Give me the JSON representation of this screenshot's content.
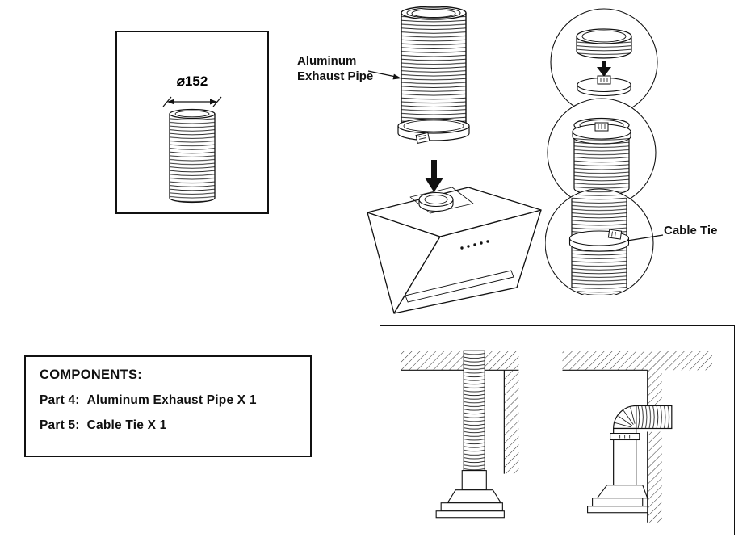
{
  "colors": {
    "ink": "#1a1a1a",
    "paper": "#ffffff"
  },
  "dimension_box": {
    "diameter_label": "⌀152"
  },
  "assembly": {
    "pipe_label_line1": "Aluminum",
    "pipe_label_line2": "Exhaust Pipe"
  },
  "detail_views": {
    "cable_tie_label": "Cable Tie"
  },
  "components_box": {
    "title": "COMPONENTS:",
    "items": [
      {
        "label": "Part 4:",
        "text": "Aluminum Exhaust Pipe X 1"
      },
      {
        "label": "Part 5:",
        "text": "Cable Tie X 1"
      }
    ]
  }
}
